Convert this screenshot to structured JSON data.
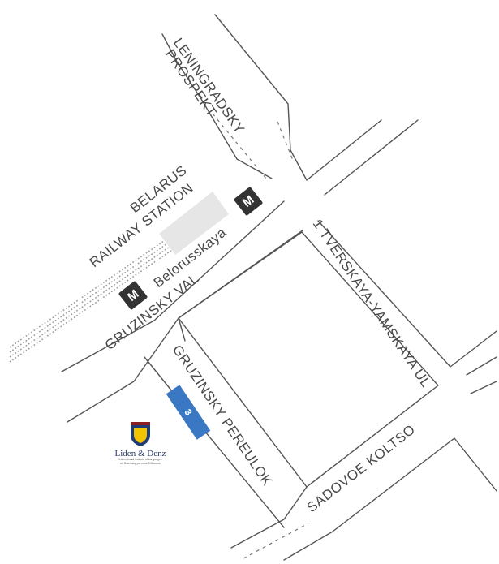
{
  "streets": {
    "leningradsky_1": "LENINGRADSKY",
    "leningradsky_2": "PROSPEKT",
    "tverskaya": "1 TVERSKAYA-YAMSKAYA UL",
    "gruzinsky_val": "GRUZINSKY VAL",
    "gruzinsky_pereulok": "GRUZINSKY PEREULOK",
    "sadovoe_koltso": "SADOVOE KOLTSO"
  },
  "stations": {
    "railway_1": "BELARUS",
    "railway_2": "RAILWAY STATION",
    "metro_name": "Belorusskaya",
    "metro_symbol": "M"
  },
  "building": {
    "number": "3"
  },
  "logo": {
    "name": "Liden & Denz",
    "subtitle": "International Institute of Languages",
    "address": "ul. Gruzinsky pereulok 3 Moscow"
  },
  "colors": {
    "metro": "#333333",
    "house_number": "#3a78c3",
    "roads": "#555555"
  }
}
